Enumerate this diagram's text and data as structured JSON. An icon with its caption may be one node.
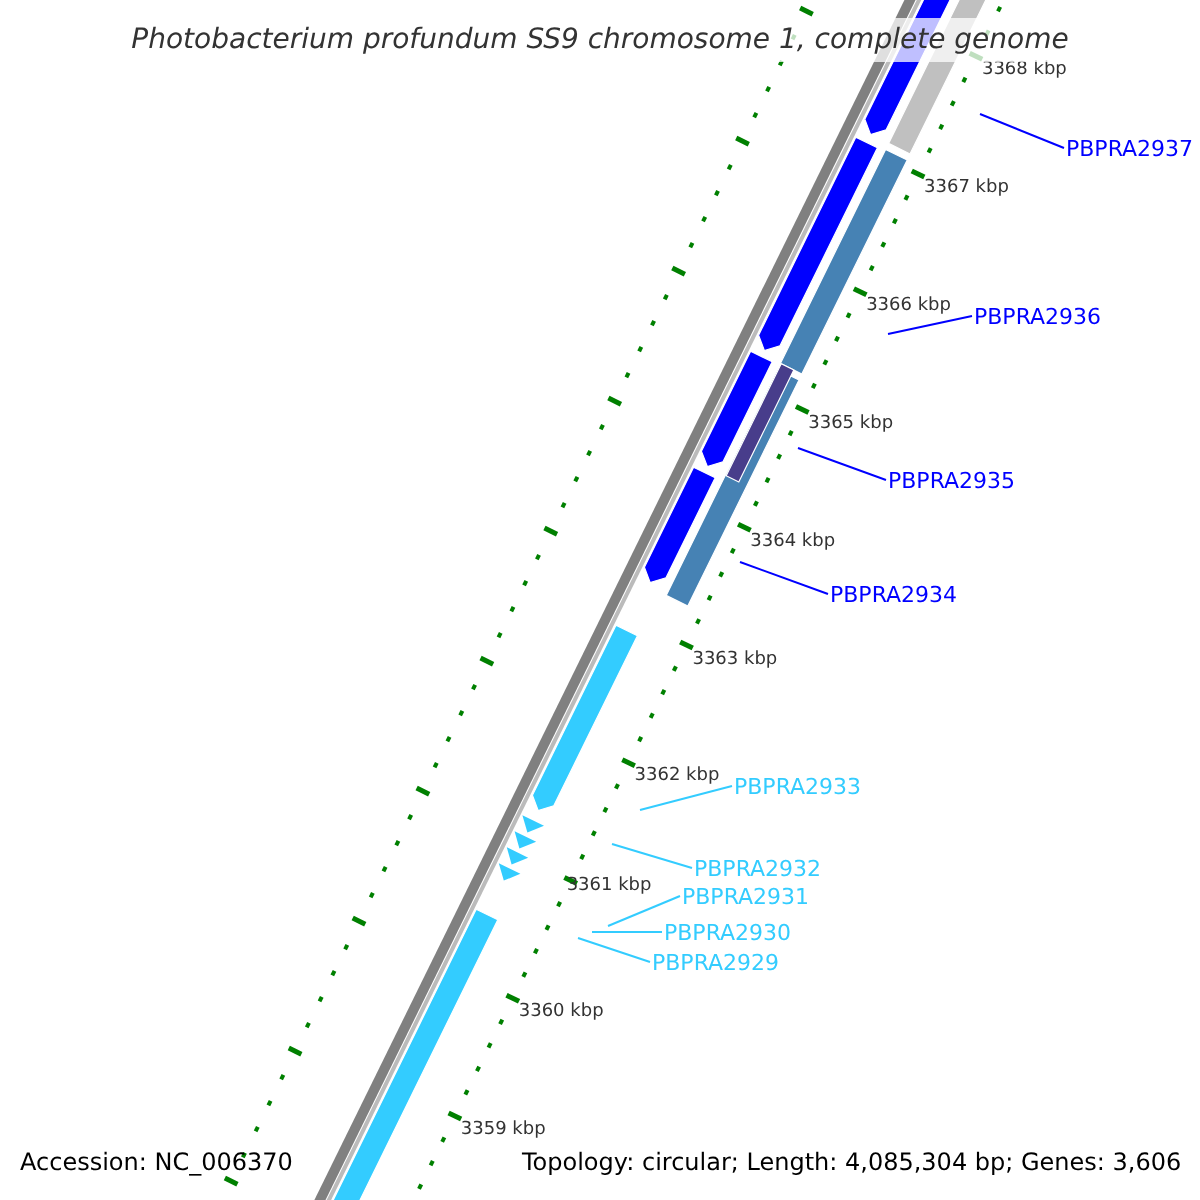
{
  "diagram": {
    "title": "Photobacterium profundum SS9 chromosome 1, complete genome",
    "nodes": [
      {
        "text": [
          "PBPRA2937"
        ]
      },
      {
        "text": [
          "PBPRA2936"
        ]
      },
      {
        "text": [
          "PBPRA2935"
        ]
      },
      {
        "text": [
          "PBPRA2934"
        ]
      },
      {
        "text": [
          "PBPRA2933"
        ]
      },
      {
        "text": [
          "PBPRA2932"
        ]
      },
      {
        "text": [
          "PBPRA2931"
        ]
      },
      {
        "text": [
          "PBPRA2930"
        ]
      },
      {
        "text": [
          "PBPRA2929"
        ]
      }
    ],
    "edges": [
      {
        "from": 0,
        "to": null,
        "arrow": "none",
        "color": "#0000ff"
      },
      {
        "from": 1,
        "to": null,
        "arrow": "none",
        "color": "#0000ff"
      },
      {
        "from": 2,
        "to": null,
        "arrow": "none",
        "color": "#0000ff"
      },
      {
        "from": 3,
        "to": null,
        "arrow": "none",
        "color": "#0000ff"
      },
      {
        "from": 4,
        "to": null,
        "arrow": "none"
      },
      {
        "from": 5,
        "to": null,
        "arrow": "none"
      },
      {
        "from": 6,
        "to": null,
        "arrow": "none"
      },
      {
        "from": 7,
        "to": null,
        "arrow": "none"
      },
      {
        "from": 8,
        "to": null,
        "arrow": "none"
      }
    ],
    "labels": [
      "3368 kbp",
      "3367 kbp",
      "3366 kbp",
      "3365 kbp",
      "3364 kbp",
      "3363 kbp",
      "3362 kbp",
      "3361 kbp",
      "3360 kbp",
      "3359 kbp",
      "Accession: NC_006370",
      "Topology: circular; Length: 4,085,304 bp; Genes: 3,606"
    ]
  }
}
